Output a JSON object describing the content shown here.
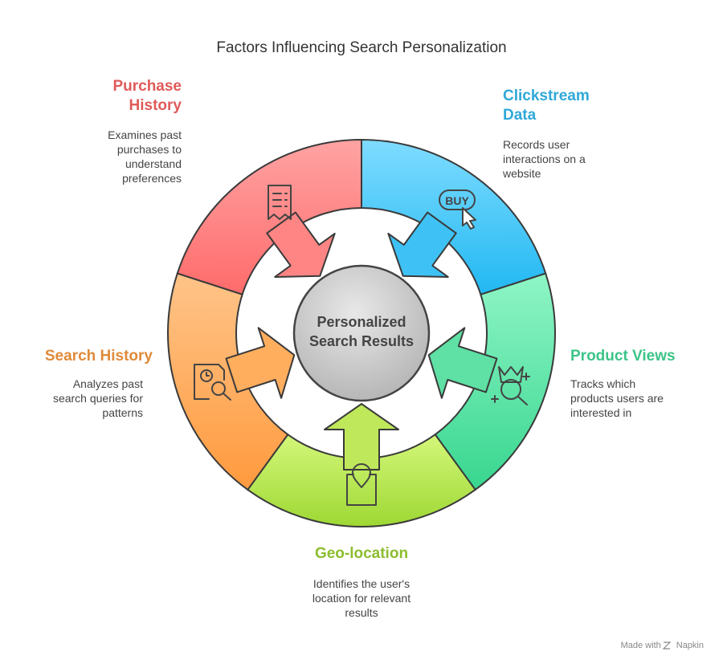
{
  "title": "Factors Influencing Search Personalization",
  "center": {
    "line1": "Personalized",
    "line2": "Search Results"
  },
  "factors": [
    {
      "id": "purchase-history",
      "title_lines": [
        "Purchase",
        "History"
      ],
      "description_lines": [
        "Examines past",
        "purchases to",
        "understand",
        "preferences"
      ],
      "color": "#e05a5a",
      "icon": "receipt-icon"
    },
    {
      "id": "clickstream-data",
      "title_lines": [
        "Clickstream",
        "Data"
      ],
      "description_lines": [
        "Records user",
        "interactions on a",
        "website"
      ],
      "color": "#2fa8d8",
      "icon": "buy-click-icon"
    },
    {
      "id": "product-views",
      "title_lines": [
        "Product Views"
      ],
      "description_lines": [
        "Tracks which",
        "products users are",
        "interested in"
      ],
      "color": "#3cc487",
      "icon": "crown-search-icon"
    },
    {
      "id": "geo-location",
      "title_lines": [
        "Geo-location"
      ],
      "description_lines": [
        "Identifies the user's",
        "location for relevant",
        "results"
      ],
      "color": "#8cbd2f",
      "icon": "map-pin-icon"
    },
    {
      "id": "search-history",
      "title_lines": [
        "Search History"
      ],
      "description_lines": [
        "Analyzes past",
        "search queries for",
        "patterns"
      ],
      "color": "#e08a3a",
      "icon": "document-search-icon"
    }
  ],
  "credit": {
    "prefix": "Made with",
    "brand": "Napkin"
  }
}
